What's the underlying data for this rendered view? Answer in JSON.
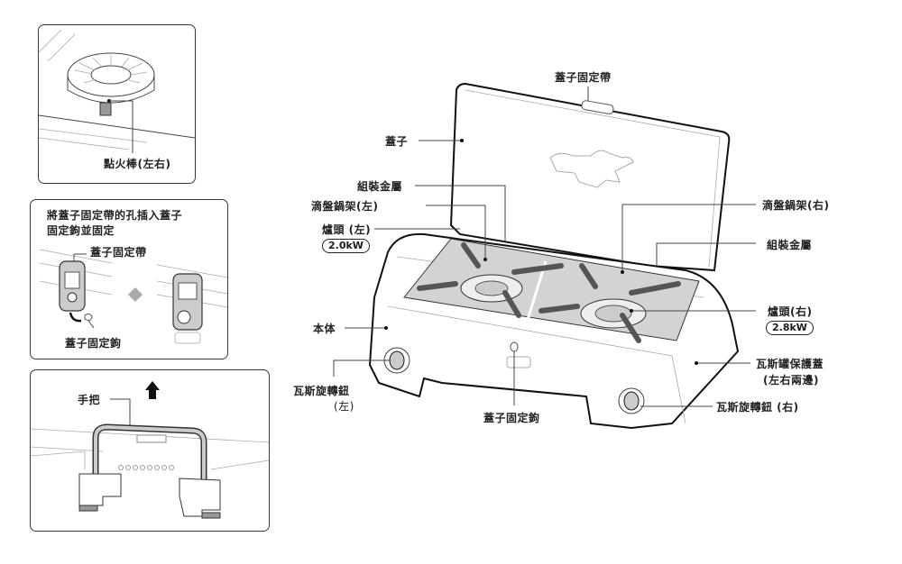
{
  "panels": {
    "igniter": {
      "label": "點火棒(左右)"
    },
    "strap": {
      "instruction_line1": "將蓋子固定帶的孔插入蓋子",
      "instruction_line2": "固定鉤並固定",
      "strap_label": "蓋子固定帶",
      "hook_label": "蓋子固定鉤"
    },
    "handle": {
      "label": "手把"
    }
  },
  "main_labels": {
    "lid_strap": "蓋子固定帶",
    "lid": "蓋子",
    "assembly_metal_left": "組裝金屬",
    "drip_tray_left": "滴盤鍋架(左)",
    "burner_left": "爐頭 (左)",
    "burner_left_power": "2.0kW",
    "drip_tray_right": "滴盤鍋架(右)",
    "assembly_metal_right": "組裝金屬",
    "burner_right": "爐頭(右)",
    "burner_right_power": "2.8kW",
    "body": "本体",
    "gas_knob_left_line1": "瓦斯旋轉鈕",
    "gas_knob_left_line2": "(左)",
    "lid_hook": "蓋子固定鉤",
    "cartridge_cover_line1": "瓦斯罐保護蓋",
    "cartridge_cover_line2": "(左右兩邊)",
    "gas_knob_right": "瓦斯旋轉鈕 (右)"
  }
}
